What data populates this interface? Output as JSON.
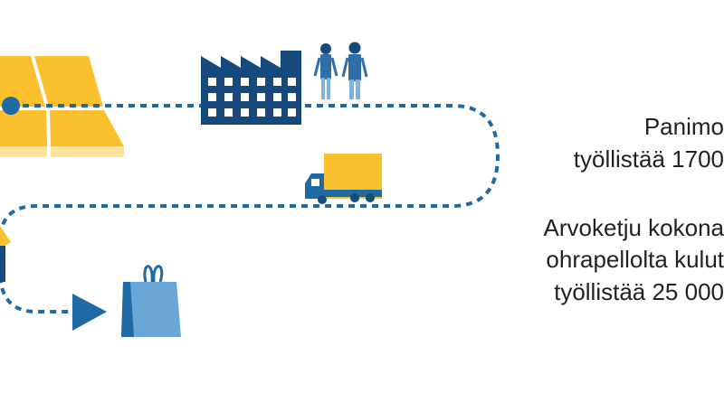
{
  "colors": {
    "dark_blue": "#174a7c",
    "mid_blue": "#1f6aa5",
    "light_blue": "#6aa6d6",
    "person_light": "#7fb3de",
    "yellow": "#fbc02d",
    "light_yellow": "#fde49a"
  },
  "icons": [
    "barley-field-icon",
    "factory-icon",
    "workers-icon",
    "delivery-truck-icon",
    "store-icon",
    "arrow-right-icon",
    "shopping-bag-icon"
  ],
  "text_lines": [
    "Panimo",
    "työllistää 1700",
    "Arvoketju kokona",
    "ohrapellolta kulut",
    "työllistää 25 000"
  ]
}
